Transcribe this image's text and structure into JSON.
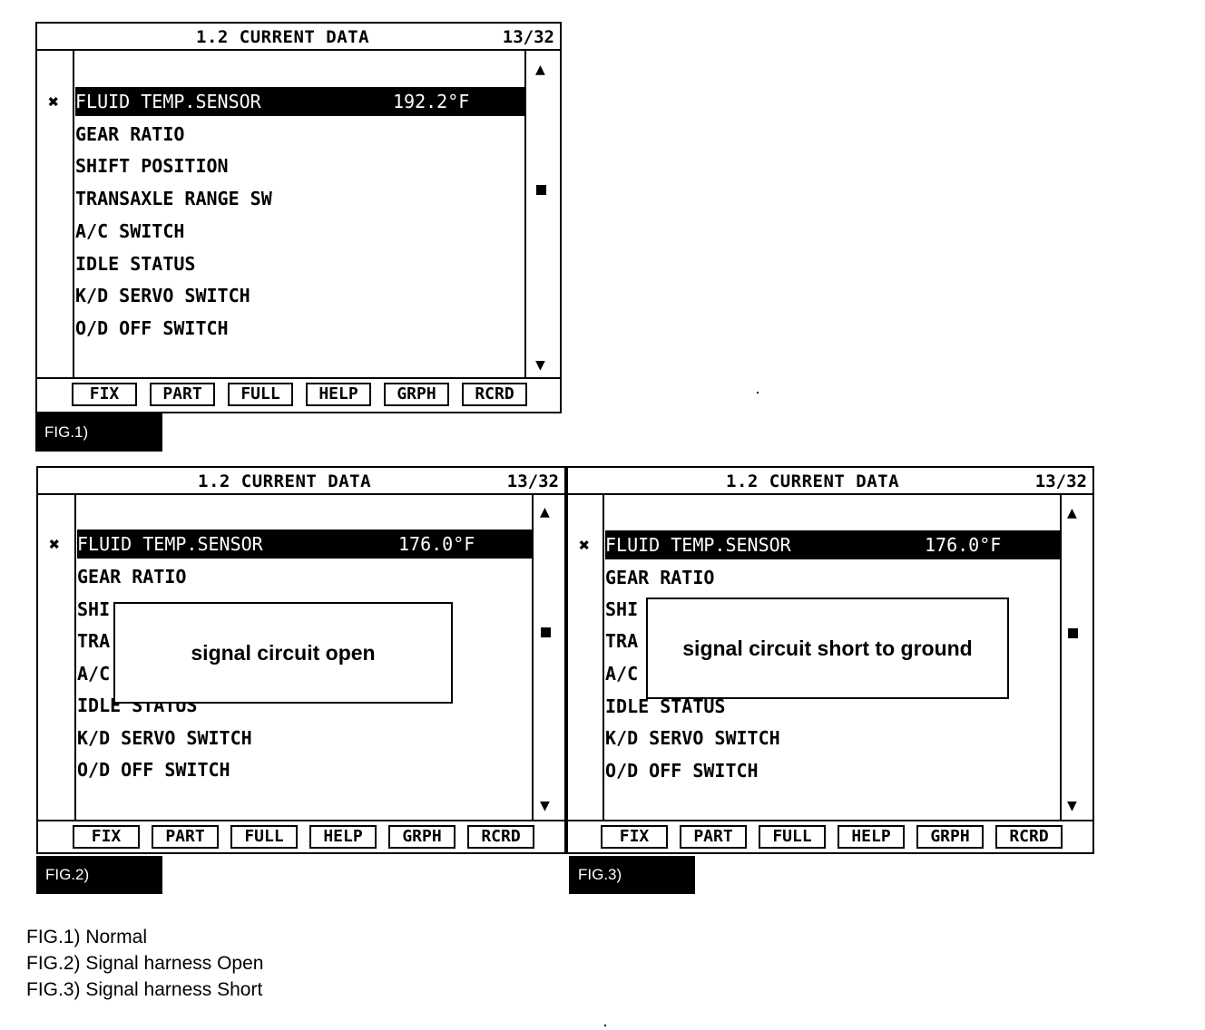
{
  "screen_title": "1.2 CURRENT DATA",
  "page_counter": "13/32",
  "selected_marker": "✖",
  "scroll": {
    "up_icon": "▲",
    "down_icon": "▼"
  },
  "function_keys": [
    "FIX",
    "PART",
    "FULL",
    "HELP",
    "GRPH",
    "RCRD"
  ],
  "fig1": {
    "label": "FIG.1)",
    "rows": [
      {
        "label": "FLUID TEMP.SENSOR",
        "value": "192.2°F"
      },
      {
        "label": "GEAR RATIO"
      },
      {
        "label": "SHIFT POSITION"
      },
      {
        "label": "TRANSAXLE RANGE SW"
      },
      {
        "label": "A/C SWITCH"
      },
      {
        "label": "IDLE STATUS"
      },
      {
        "label": "K/D SERVO SWITCH"
      },
      {
        "label": "O/D OFF SWITCH"
      }
    ]
  },
  "fig2": {
    "label": "FIG.2)",
    "popup": "signal circuit open",
    "rows": [
      {
        "label": "FLUID TEMP.SENSOR",
        "value": "176.0°F"
      },
      {
        "label": "GEAR RATIO"
      },
      {
        "label": "SHI"
      },
      {
        "label": "TRA"
      },
      {
        "label": "A/C"
      },
      {
        "label": "IDLE STATUS"
      },
      {
        "label": "K/D SERVO SWITCH"
      },
      {
        "label": "O/D OFF SWITCH"
      }
    ]
  },
  "fig3": {
    "label": "FIG.3)",
    "popup": "signal circuit short to ground",
    "rows": [
      {
        "label": "FLUID TEMP.SENSOR",
        "value": "176.0°F"
      },
      {
        "label": "GEAR RATIO"
      },
      {
        "label": "SHI"
      },
      {
        "label": "TRA"
      },
      {
        "label": "A/C"
      },
      {
        "label": "IDLE STATUS"
      },
      {
        "label": "K/D SERVO SWITCH"
      },
      {
        "label": "O/D OFF SWITCH"
      }
    ]
  },
  "legend": [
    "FIG.1) Normal",
    "FIG.2) Signal harness Open",
    "FIG.3) Signal harness Short"
  ]
}
